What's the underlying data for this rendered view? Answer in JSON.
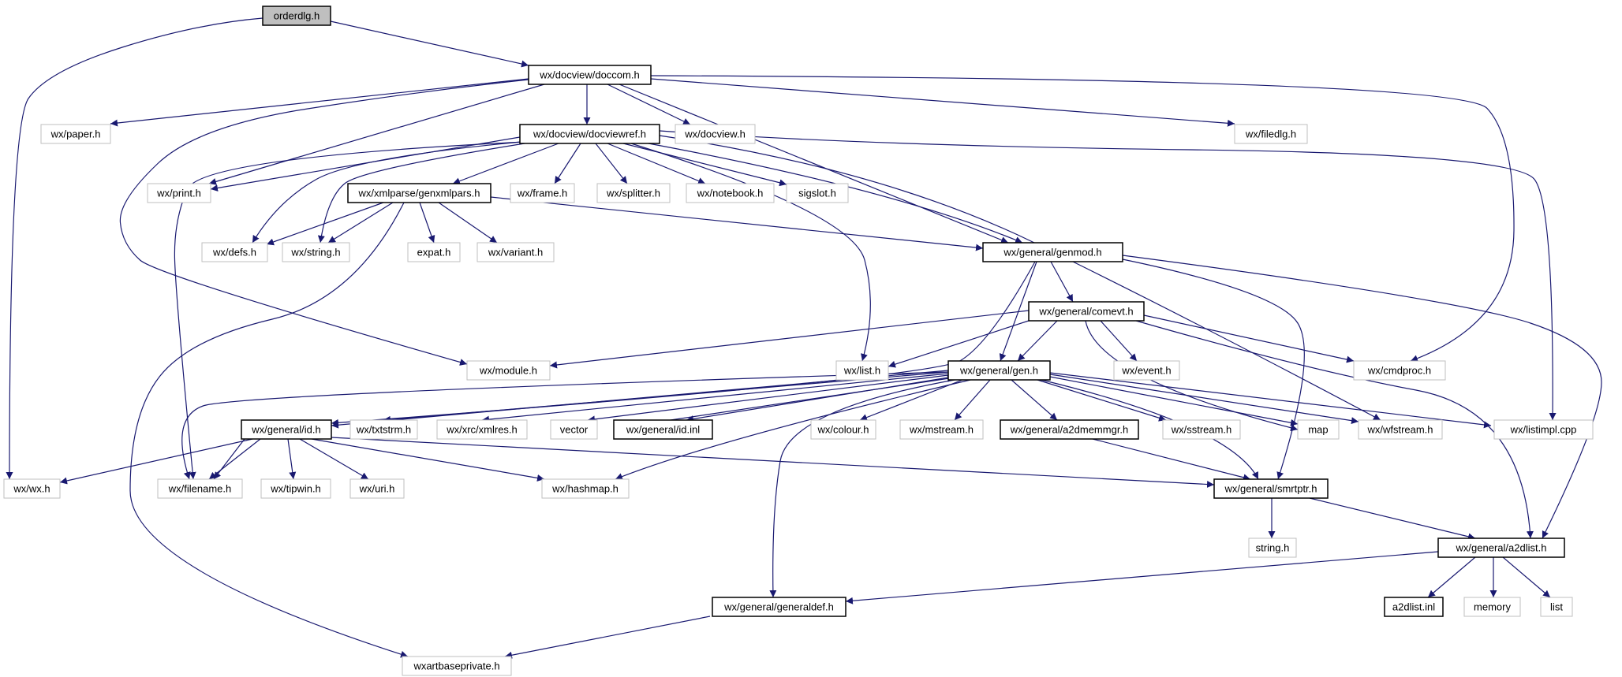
{
  "colors": {
    "edge": "#191970",
    "box_border_documented": "#000000",
    "box_border_undocumented": "#bfbfbf",
    "box_fill_root": "#bfbfbf",
    "box_fill": "#ffffff"
  },
  "nodes": {
    "orderdlg": "orderdlg.h",
    "doccom": "wx/docview/doccom.h",
    "paper": "wx/paper.h",
    "docviewref": "wx/docview/docviewref.h",
    "docview": "wx/docview.h",
    "filedlg": "wx/filedlg.h",
    "print": "wx/print.h",
    "genxmlpars": "wx/xmlparse/genxmlpars.h",
    "frame": "wx/frame.h",
    "splitter": "wx/splitter.h",
    "notebook": "wx/notebook.h",
    "sigslot": "sigslot.h",
    "defs": "wx/defs.h",
    "string": "wx/string.h",
    "expat": "expat.h",
    "variant": "wx/variant.h",
    "genmod": "wx/general/genmod.h",
    "comevt": "wx/general/comevt.h",
    "module": "wx/module.h",
    "list": "wx/list.h",
    "event": "wx/event.h",
    "cmdproc": "wx/cmdproc.h",
    "gen": "wx/general/gen.h",
    "id": "wx/general/id.h",
    "txtstrm": "wx/txtstrm.h",
    "xmlres": "wx/xrc/xmlres.h",
    "vector": "vector",
    "idinl": "wx/general/id.inl",
    "colour": "wx/colour.h",
    "mstream": "wx/mstream.h",
    "a2dmemmgr": "wx/general/a2dmemmgr.h",
    "sstream": "wx/sstream.h",
    "map": "map",
    "wfstream": "wx/wfstream.h",
    "listimpl": "wx/listimpl.cpp",
    "wx": "wx/wx.h",
    "filename": "wx/filename.h",
    "tipwin": "wx/tipwin.h",
    "uri": "wx/uri.h",
    "hashmap": "wx/hashmap.h",
    "smrtptr": "wx/general/smrtptr.h",
    "stringh": "string.h",
    "a2dlist": "wx/general/a2dlist.h",
    "generaldef": "wx/general/generaldef.h",
    "a2dlistinl": "a2dlist.inl",
    "memory": "memory",
    "listn": "list",
    "artbase": "wxartbaseprivate.h"
  }
}
